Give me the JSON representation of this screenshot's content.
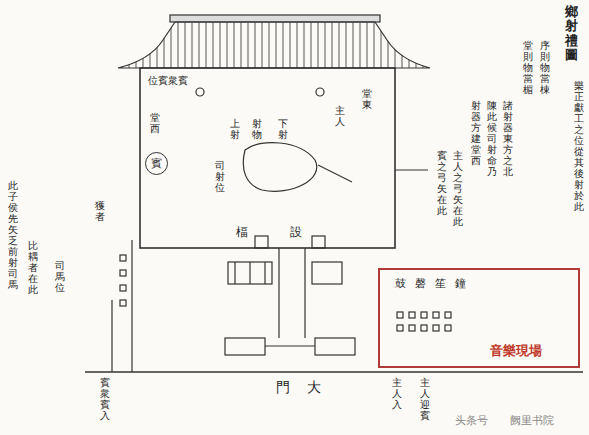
{
  "diagram": {
    "title": "鄉射禮圖",
    "nodes": [
      {
        "text": [
          "音樂現場"
        ]
      },
      {
        "text": [
          "賓"
        ]
      }
    ],
    "labels": [
      "序則物當棟",
      "堂則物當楣",
      "諸射器東方之北",
      "陳此候司射命乃",
      "射器方建堂西",
      "樂正獻工之位從其後射於此",
      "堂西",
      "堂東",
      "位賓衆賓",
      "上射",
      "射物",
      "下射",
      "主人",
      "楅",
      "設",
      "司射位",
      "主人之弓矢在此",
      "賓之弓矢在此",
      "大",
      "門",
      "賓衆賓入",
      "主人迎賓",
      "主人入",
      "此子侯先矢乏前射司馬",
      "比耦者在此",
      "司馬位",
      "獲者",
      "鼓",
      "磬",
      "笙",
      "鐘",
      "头条号",
      "阙里书院"
    ]
  }
}
